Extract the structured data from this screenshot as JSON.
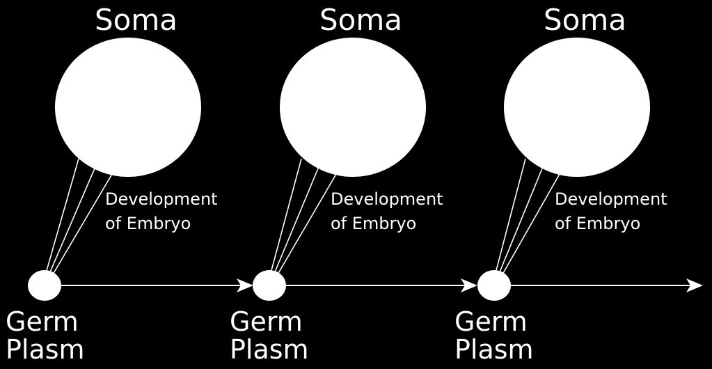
{
  "colors": {
    "background": "#000000",
    "foreground": "#ffffff"
  },
  "stages": [
    {
      "soma_label": "Soma",
      "development_label": [
        "Development",
        "of Embryo"
      ],
      "germ_label": [
        "Germ",
        "Plasm"
      ]
    },
    {
      "soma_label": "Soma",
      "development_label": [
        "Development",
        "of Embryo"
      ],
      "germ_label": [
        "Germ",
        "Plasm"
      ]
    },
    {
      "soma_label": "Soma",
      "development_label": [
        "Development",
        "of Embryo"
      ],
      "germ_label": [
        "Germ",
        "Plasm"
      ]
    }
  ]
}
